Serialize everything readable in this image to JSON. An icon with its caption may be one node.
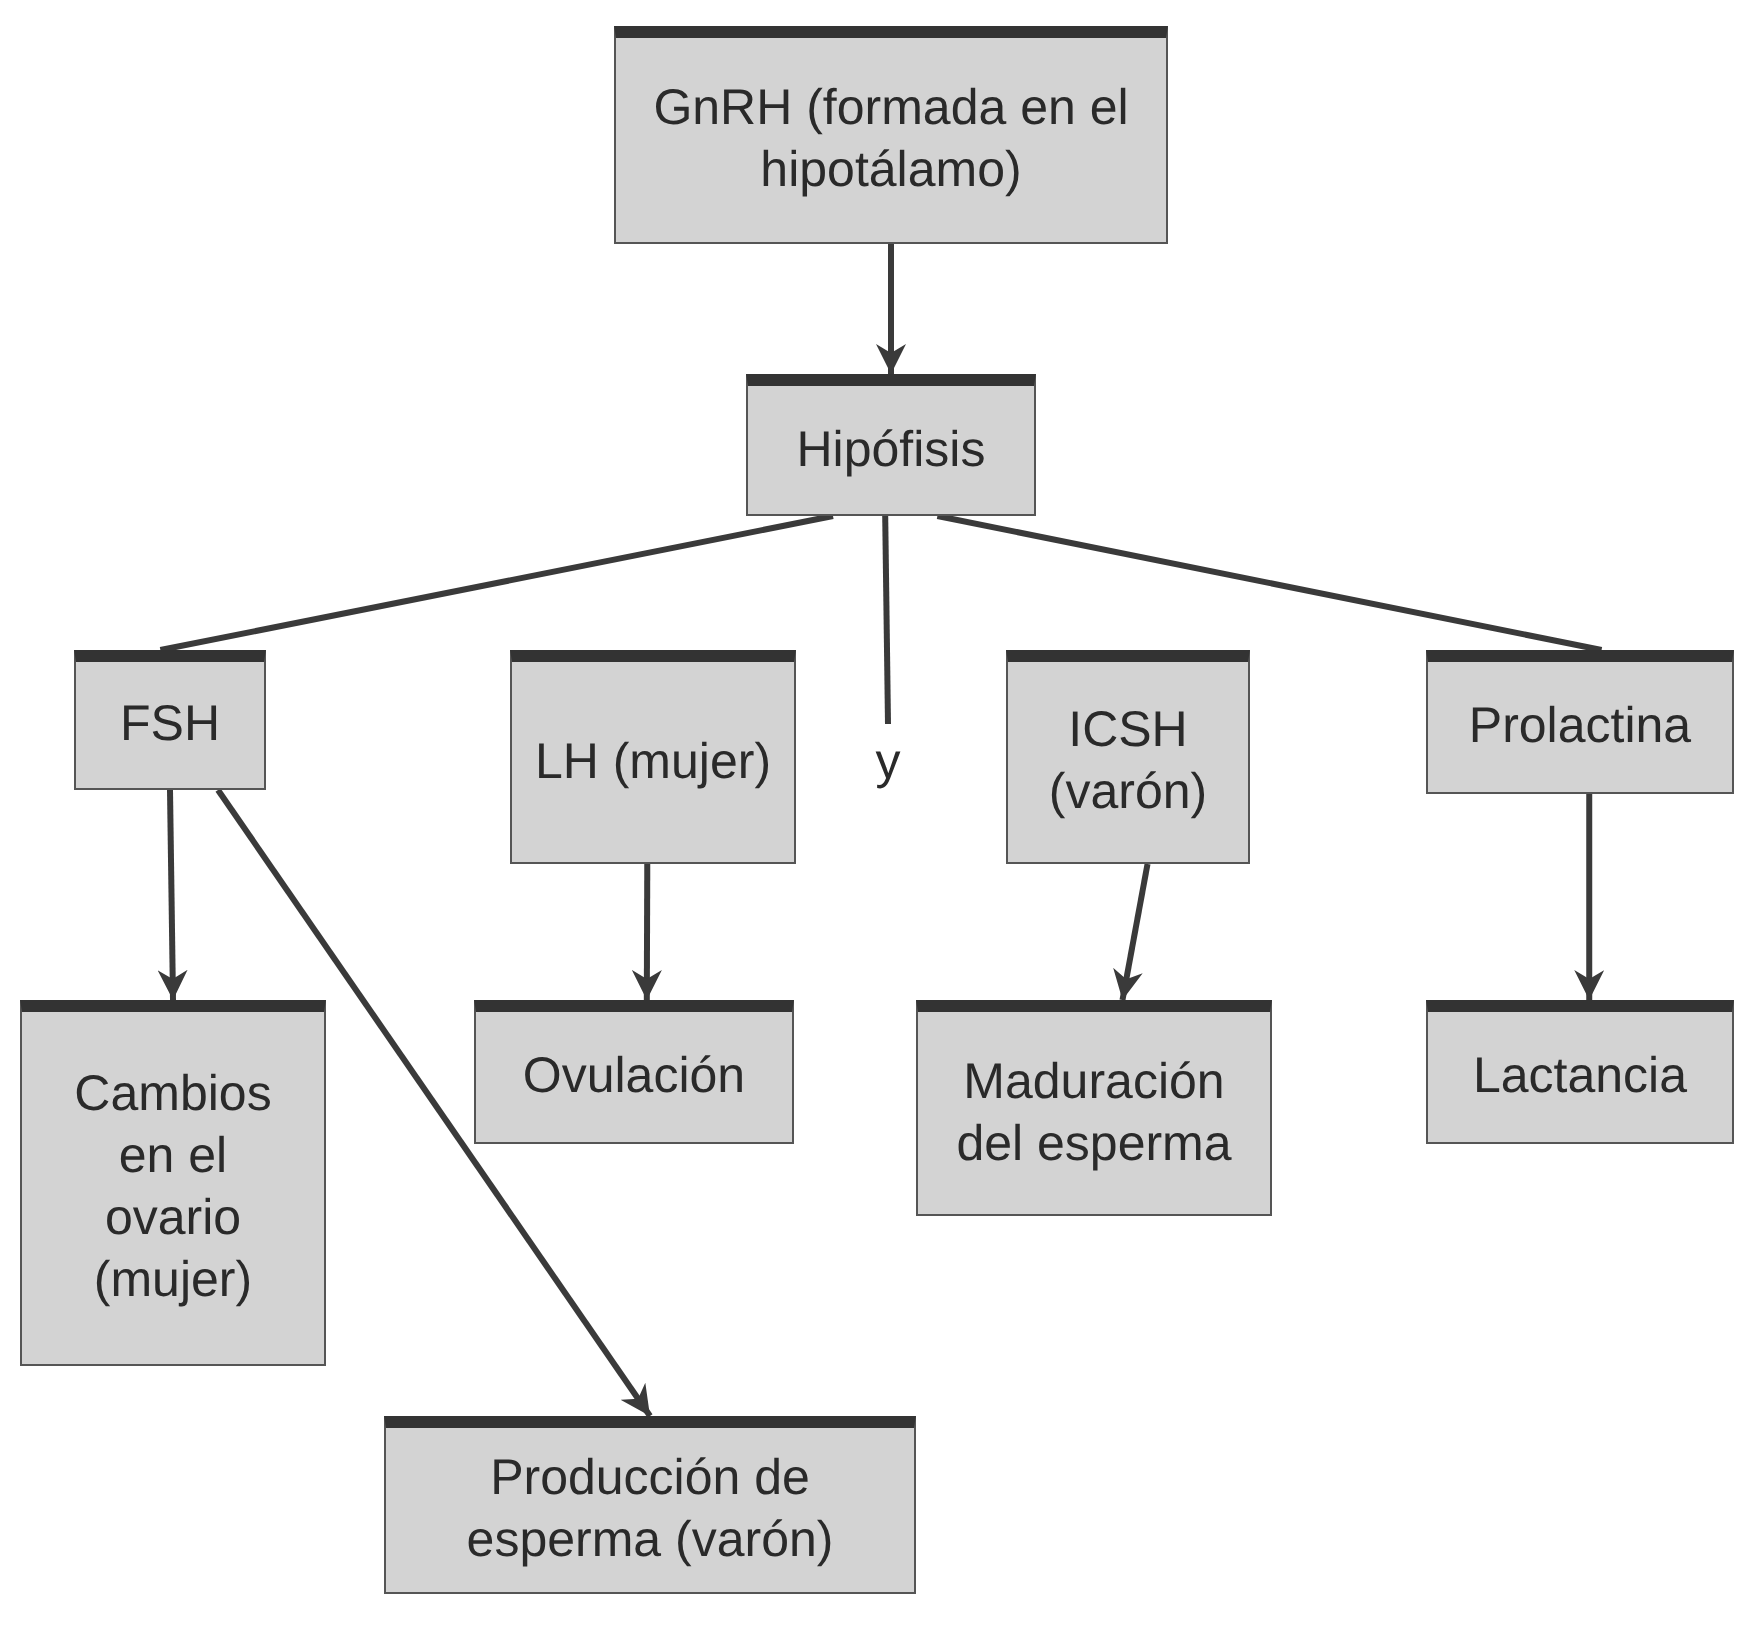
{
  "diagram": {
    "nodes": [
      {
        "text": [
          "GnRH (formada en el hipotálamo)"
        ]
      },
      {
        "text": [
          "Hipófisis"
        ]
      },
      {
        "text": [
          "FSH"
        ]
      },
      {
        "text": [
          "LH (mujer)"
        ]
      },
      {
        "text": [
          "y"
        ]
      },
      {
        "text": [
          "ICSH (varón)"
        ]
      },
      {
        "text": [
          "Prolactina"
        ]
      },
      {
        "text": [
          "Cambios en el ovario (mujer)"
        ]
      },
      {
        "text": [
          "Ovulación"
        ]
      },
      {
        "text": [
          "Maduración del esperma"
        ]
      },
      {
        "text": [
          "Lactancia"
        ]
      },
      {
        "text": [
          "Producción de esperma (varón)"
        ]
      }
    ],
    "edges": [
      {
        "from": 0,
        "to": 1,
        "arrow": "to"
      },
      {
        "from": 1,
        "to": 2,
        "arrow": "none"
      },
      {
        "from": 1,
        "to": 4,
        "arrow": "none"
      },
      {
        "from": 1,
        "to": 6,
        "arrow": "none"
      },
      {
        "from": 2,
        "to": 7,
        "arrow": "to"
      },
      {
        "from": 2,
        "to": 11,
        "arrow": "to"
      },
      {
        "from": 3,
        "to": 8,
        "arrow": "to"
      },
      {
        "from": 5,
        "to": 9,
        "arrow": "to"
      },
      {
        "from": 6,
        "to": 10,
        "arrow": "to"
      }
    ]
  }
}
